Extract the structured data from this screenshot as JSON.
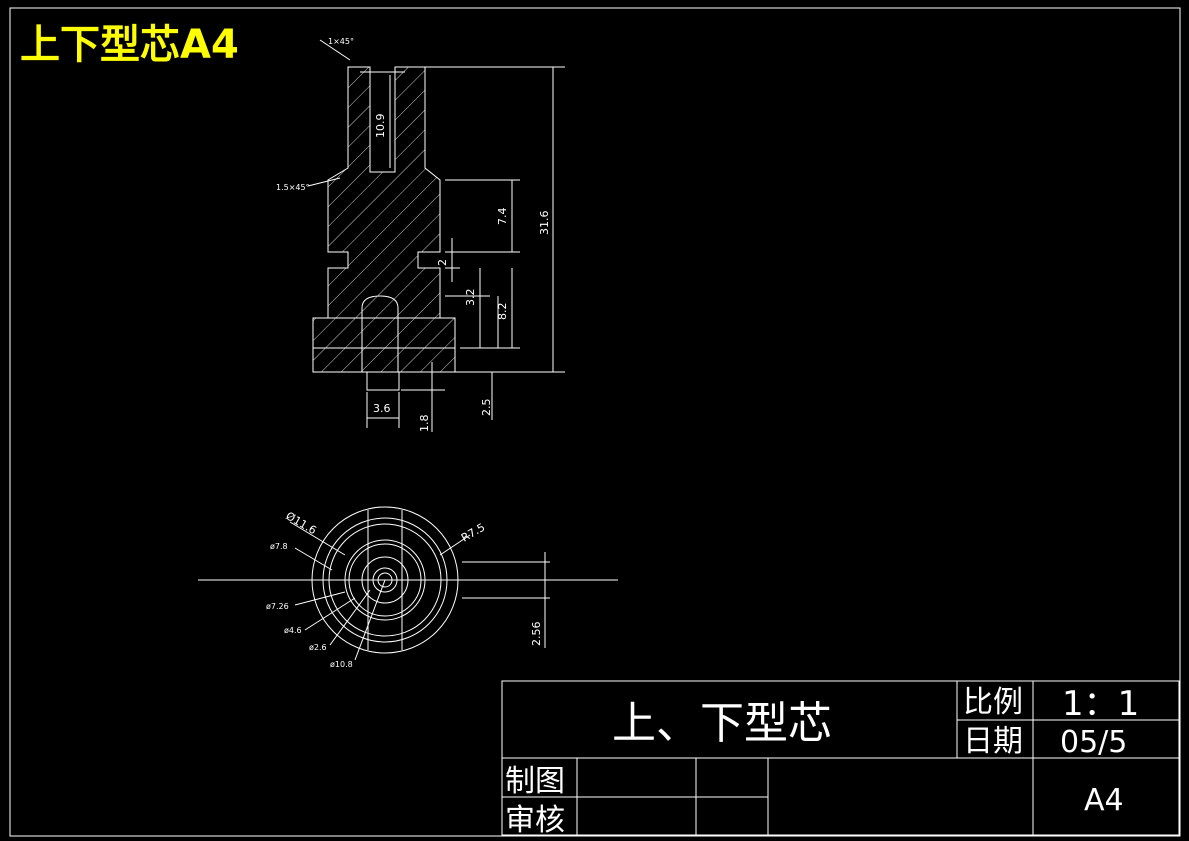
{
  "drawing": {
    "title_overlay": "上下型芯A4",
    "colors": {
      "background": "#000000",
      "line": "#ffffff",
      "title": "#ffff00"
    }
  },
  "dimensions": {
    "chamfer_top": "1×45°",
    "chamfer_mid": "1.5×45°",
    "bore_depth": "10.9",
    "total_height": "31.6",
    "upper_length": "7.4",
    "groove_width": "2",
    "cavity_depth": "3.2",
    "base_height": "8.2",
    "flange": "2.5",
    "pin_dia": "3.6",
    "pin_len": "1.8",
    "d_outer": "Ø11.6",
    "d_78": "ø7.8",
    "d_726": "ø7.26",
    "d_46": "ø4.6",
    "d_26": "ø2.6",
    "d_108": "ø10.8",
    "r75": "R7.5",
    "offset": "2.56"
  },
  "title_block": {
    "part_name": "上、下型芯",
    "scale_label": "比例",
    "scale_value": "1：1",
    "date_label": "日期",
    "date_value": "05/5",
    "drawn_label": "制图",
    "checked_label": "审核",
    "sheet_size": "A4"
  }
}
